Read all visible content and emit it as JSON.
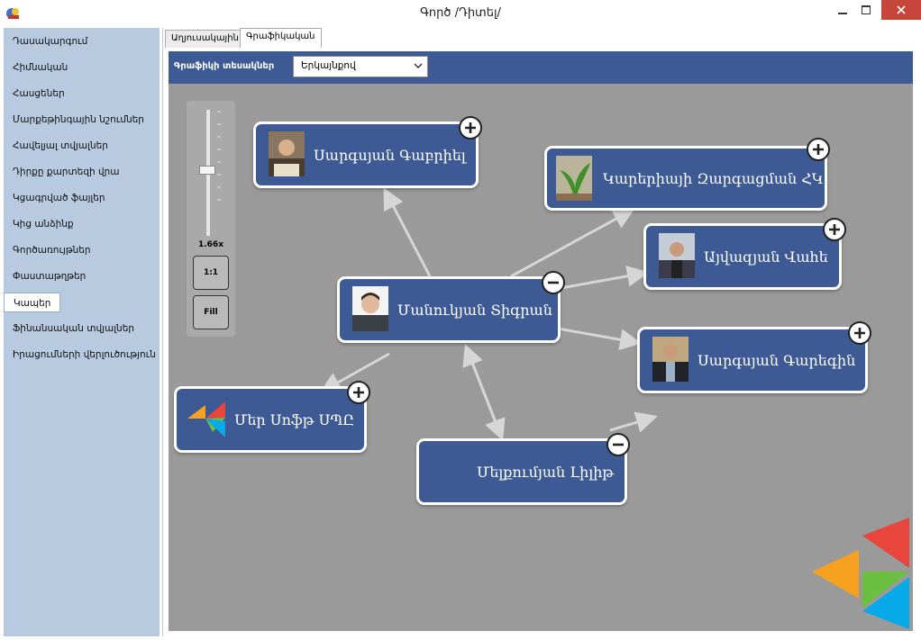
{
  "window": {
    "title": "Գործ /Դիտել/",
    "buttons": {
      "minimize": "minimize",
      "maximize": "maximize",
      "close": "close"
    }
  },
  "sidebar": {
    "items": [
      {
        "label": "Դասակարգում",
        "active": false
      },
      {
        "label": "Հիմնական",
        "active": false
      },
      {
        "label": "Հասցեներ",
        "active": false
      },
      {
        "label": "Մարքեթինգային նշումներ",
        "active": false
      },
      {
        "label": "Հավելյալ տվյալներ",
        "active": false
      },
      {
        "label": "Դիրքը քարտեզի վրա",
        "active": false
      },
      {
        "label": "Կցագրված ֆայլեր",
        "active": false
      },
      {
        "label": "Կից անձինք",
        "active": false
      },
      {
        "label": "Գործառույթներ",
        "active": false
      },
      {
        "label": "Փաստաթղթեր",
        "active": false
      },
      {
        "label": "Կապեր",
        "active": true
      },
      {
        "label": "Ֆինանսական տվյալներ",
        "active": false
      },
      {
        "label": "Իրացումների վերլուծություն",
        "active": false
      }
    ]
  },
  "tabs": [
    {
      "label": "Աղյուսակային",
      "active": false
    },
    {
      "label": "Գրաֆիկական",
      "active": true
    }
  ],
  "toolbar": {
    "graph_type_label": "Գրաֆիկի տեսակներ",
    "graph_type_value": "Երկայնքով"
  },
  "zoom": {
    "level_label": "1.66x",
    "level_fraction": 0.48,
    "btn_actual": "1:1",
    "btn_fill": "Fill"
  },
  "nodes": [
    {
      "id": "gabriel",
      "label": "Սարգսյան Գաբրիել",
      "toggle": "+"
    },
    {
      "id": "kareriayi",
      "label": "Կարերիայի Զարգացման ՀԿ",
      "toggle": "+"
    },
    {
      "id": "vahe",
      "label": "Այվազյան Վահե",
      "toggle": "+"
    },
    {
      "id": "tigran",
      "label": "Մանուկյան Տիգրան",
      "toggle": "−"
    },
    {
      "id": "garegin",
      "label": "Սարգսյան Գարեգին",
      "toggle": "+"
    },
    {
      "id": "mersoft",
      "label": "Մեր Սոֆթ  ՍՊԸ",
      "toggle": "+"
    },
    {
      "id": "lilit",
      "label": "Մելքումյան Լիլիթ",
      "toggle": "−"
    }
  ],
  "colors": {
    "node_fill": "#3e5a95",
    "canvas": "#9a9a9a",
    "sidebar": "#b8cae0",
    "logo_red": "#e8453c",
    "logo_green": "#6abf40",
    "logo_orange": "#f6a120",
    "logo_blue": "#08a9e9"
  }
}
